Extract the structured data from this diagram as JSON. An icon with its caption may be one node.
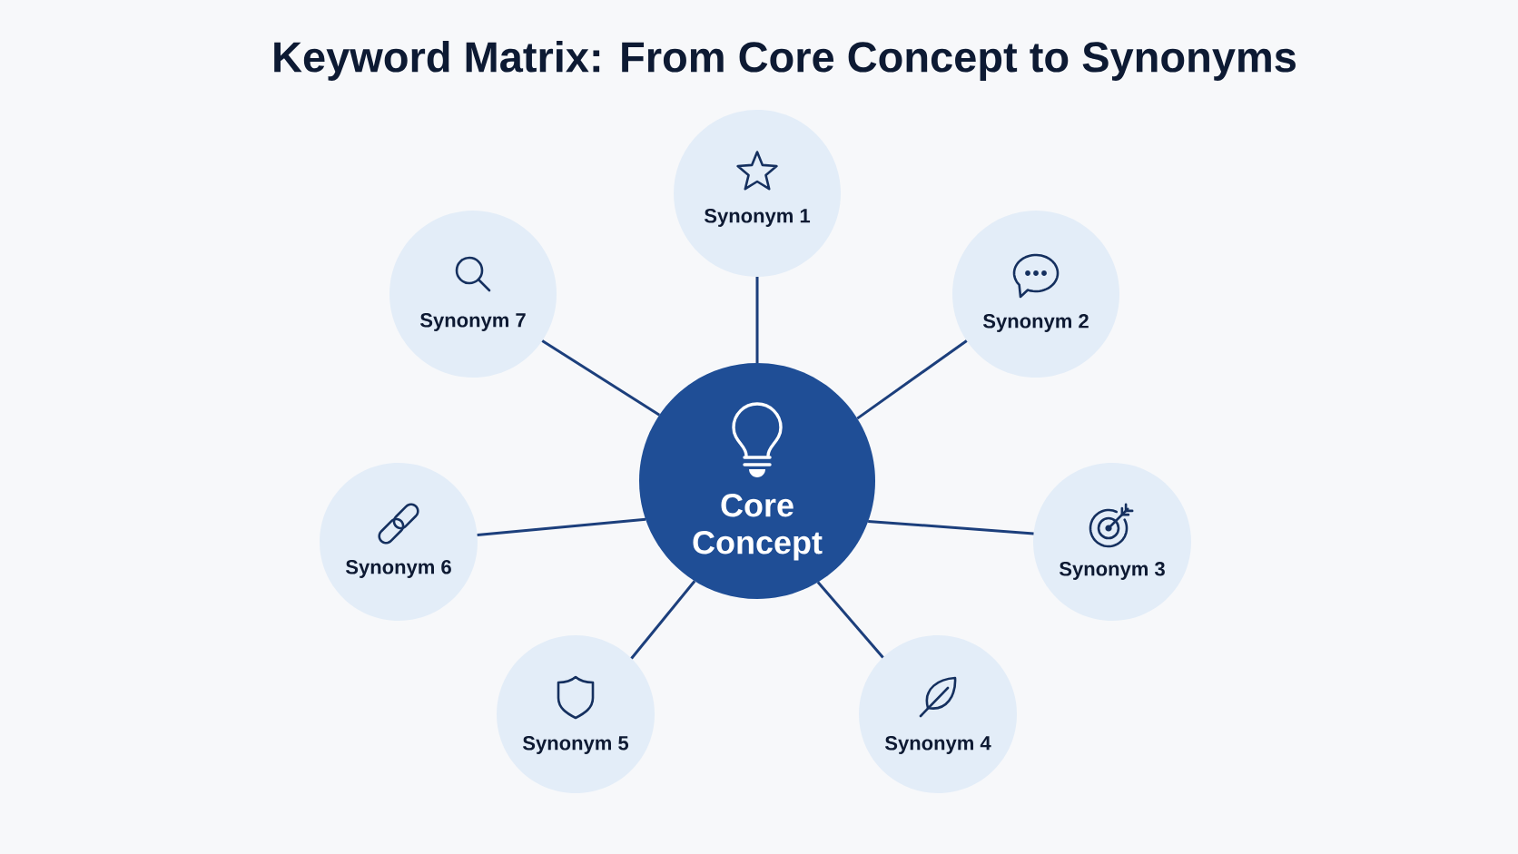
{
  "diagram": {
    "title": "Keyword Matrix: From Core Concept to Synonyms",
    "nodes": [
      {
        "text": [
          "Core Concept"
        ]
      },
      {
        "text": [
          "Synonym 1"
        ]
      },
      {
        "text": [
          "Synonym 2"
        ]
      },
      {
        "text": [
          "Synonym 3"
        ]
      },
      {
        "text": [
          "Synonym 4"
        ]
      },
      {
        "text": [
          "Synonym 5"
        ]
      },
      {
        "text": [
          "Synonym 6"
        ]
      },
      {
        "text": [
          "Synonym 7"
        ]
      }
    ],
    "edges": [
      {
        "from": 0,
        "to": 1,
        "arrow": "none"
      },
      {
        "from": 0,
        "to": 2,
        "arrow": "none"
      },
      {
        "from": 0,
        "to": 3,
        "arrow": "none"
      },
      {
        "from": 0,
        "to": 4,
        "arrow": "none"
      },
      {
        "from": 0,
        "to": 5,
        "arrow": "none"
      },
      {
        "from": 0,
        "to": 6,
        "arrow": "none"
      },
      {
        "from": 0,
        "to": 7,
        "arrow": "none"
      }
    ]
  }
}
